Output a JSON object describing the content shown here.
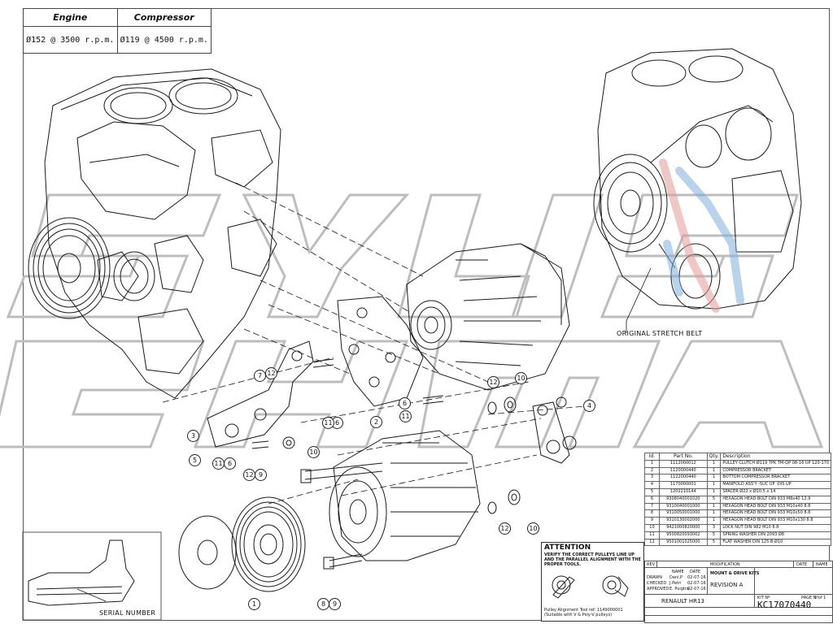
{
  "pulley_table": {
    "headers": [
      "Engine",
      "Compressor"
    ],
    "values": [
      "Ø152 @ 3500 r.p.m.",
      "Ø119 @ 4500 r.p.m."
    ]
  },
  "labels": {
    "original_belt": "ORIGINAL STRETCH BELT",
    "serial_number": "SERIAL NUMBER"
  },
  "callouts": [
    "1",
    "2",
    "3",
    "4",
    "5",
    "6",
    "6",
    "6",
    "7",
    "8",
    "9",
    "9",
    "10",
    "10",
    "10",
    "11",
    "11",
    "11",
    "12",
    "12",
    "12",
    "12",
    "12"
  ],
  "attention": {
    "title": "ATTENTION",
    "text": "VERIFY THE CORRECT PULLEYS LINE UP AND THE PARALLEL ALIGNMENT WITH THE PROPER TOOLS.",
    "tool": "Pulley Alignment Tool ref: 1149000001 (Suitable with V & Poly-V pulleys)"
  },
  "parts_list": {
    "headers": [
      "Id.",
      "Part No.",
      "Qty.",
      "Description"
    ],
    "rows": [
      [
        "1",
        "1112000012",
        "1",
        "PULLEY CLUTCH Ø119 7PK TM-QP 08-16 UP 120-170"
      ],
      [
        "2",
        "1120000440",
        "1",
        "COMPRESSOR BRACKET"
      ],
      [
        "3",
        "1122000440",
        "1",
        "BOTTOM COMPRESSOR BRACKET"
      ],
      [
        "4",
        "1170000001",
        "1",
        "MANIFOLD ASS'Y -SUC UP -DIS UP"
      ],
      [
        "5",
        "1202210144",
        "1",
        "SPACER Ø22 x Ø10.5 x 14"
      ],
      [
        "6",
        "9308040001020",
        "5",
        "HEXAGON HEAD BOLT DIN 933 M8x40 12.9"
      ],
      [
        "7",
        "9310040001000",
        "1",
        "HEXAGON HEAD BOLT DIN 933 M10x40 8.8"
      ],
      [
        "8",
        "9310050001000",
        "1",
        "HEXAGON HEAD BOLT DIN 933 M10x50 8.8"
      ],
      [
        "9",
        "9310130002000",
        "1",
        "HEXAGON HEAD BOLT DIN 933 M10x130 8.8"
      ],
      [
        "10",
        "9421000820000",
        "3",
        "LOCK NUT DIN 982 M10 8.8"
      ],
      [
        "11",
        "9500820093002",
        "5",
        "SPRING WASHER DIN 2093 Ø8"
      ],
      [
        "12",
        "9501001025000",
        "5",
        "FLAT WASHER DIN 125 B Ø10"
      ]
    ]
  },
  "title_block": {
    "rev": "REV.",
    "modification": "MODIFICATION",
    "date": "DATE",
    "name": "NAME",
    "col_name": "NAME",
    "col_date": "DATE",
    "drawn": "DRAWN",
    "drawn_name": "Dani.P",
    "drawn_date": "02-07-16",
    "checked": "CHECKED",
    "checked_name": "J.Petri",
    "checked_date": "02-07-16",
    "approved": "APPROVED",
    "approved_name": "E. Puigtra",
    "approved_date": "02-07-16",
    "kit_type": "MOUNT & DRIVE KITS",
    "revision": "REVISION  A",
    "model": "RENAULT HR13",
    "kit_label": "KIT Nº",
    "kit_no": "KC17070440",
    "page_label": "PAGE Nº",
    "page_no": "1 of 1"
  },
  "colors": {
    "line": "#1a1a1a",
    "watermark": "#bdbdbd",
    "belt_blue": "#7fb0dc",
    "belt_red": "#e39a9a"
  }
}
